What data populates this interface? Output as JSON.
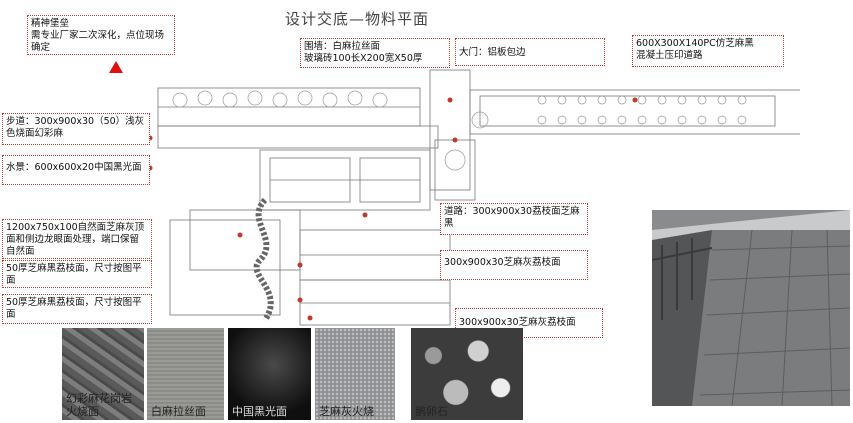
{
  "title": "设计交底—物料平面",
  "notes": {
    "landmark": "精神堡垒\n需专业厂家二次深化，点位现场确定",
    "fence": "围墙：白麻拉丝面\n  玻璃砖100长X200宽X50厚",
    "gate": "大门：铝板包边",
    "road_pattern": "600X300X140PC仿芝麻黑\n混凝土压印道路",
    "walkway": "步道：300x900x30（50）浅灰色烧面幻彩麻",
    "water": "水景：600x600x20中国黑光面",
    "rockery": "1200x750x100自然面芝麻灰顶面和侧边龙眼面处理，端口保留自然面",
    "path": "道路：300x900x30荔枝面芝麻黑",
    "edge1": "50厚芝麻黑荔枝面，尺寸按图平面",
    "grey1": "300x900x30芝麻灰荔枝面",
    "edge2": "50厚芝麻黑荔枝面，尺寸按图平面",
    "grey2": "300x900x30芝麻灰荔枝面"
  },
  "swatches": [
    {
      "label": "幻彩麻花岗岩\n火烧面",
      "color": "#6e6e6e"
    },
    {
      "label": "白麻拉丝面",
      "color": "#8f8f8c"
    },
    {
      "label": "中国黑光面",
      "color": "#1a1a1a"
    },
    {
      "label": "芝麻灰火烧",
      "color": "#a5a6a8"
    },
    {
      "label": "鹅卵石",
      "color": "#5c5c5c"
    }
  ],
  "colors": {
    "accent": "#c0392b",
    "marker": "#e01010"
  }
}
